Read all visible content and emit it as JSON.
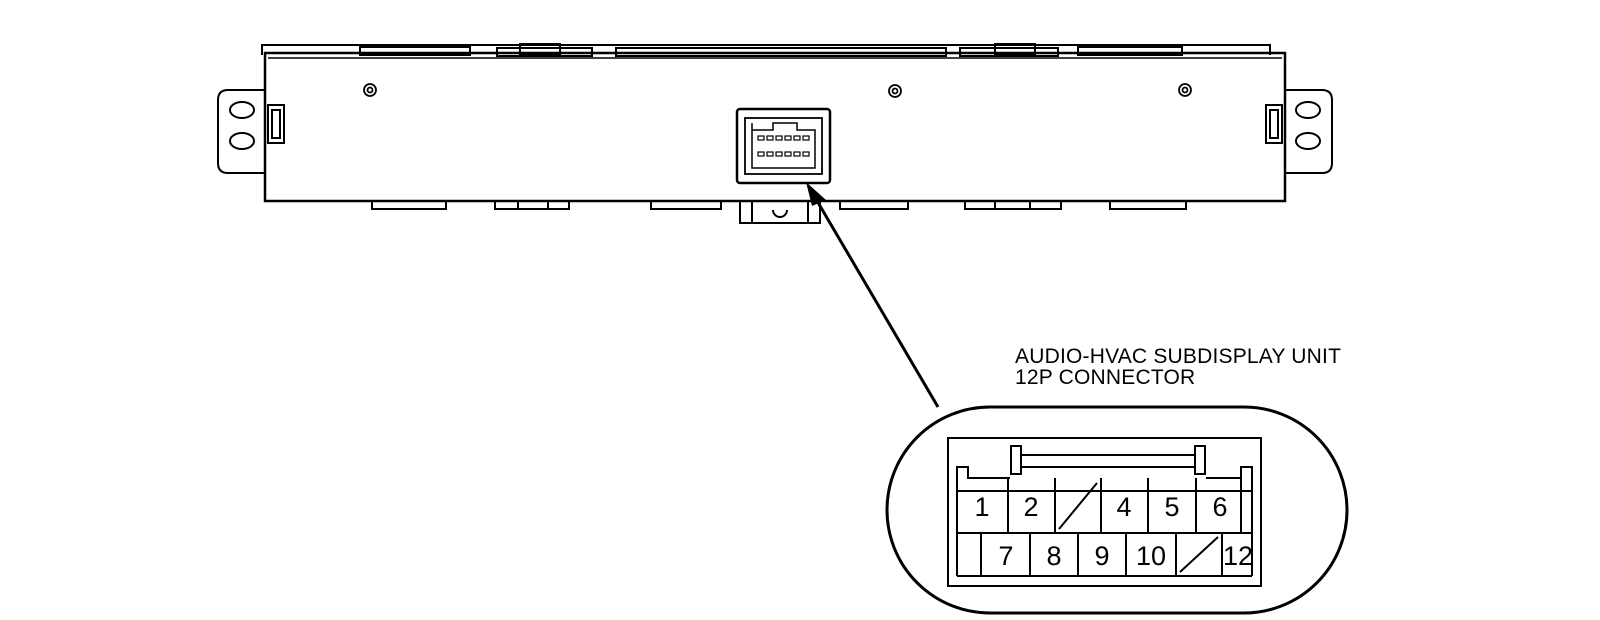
{
  "caption": {
    "line1": "AUDIO-HVAC SUBDISPLAY UNIT",
    "line2": "12P CONNECTOR"
  },
  "connector": {
    "top_row": [
      "1",
      "2",
      "",
      "4",
      "5",
      "6"
    ],
    "bottom_row": [
      "7",
      "8",
      "9",
      "10",
      "",
      "12"
    ]
  }
}
